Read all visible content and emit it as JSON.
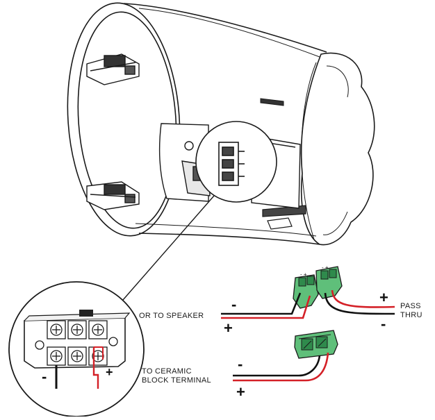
{
  "labels": {
    "or_to_speaker": "OR TO SPEAKER",
    "pass": "PASS",
    "thru": "THRU",
    "to_ceramic": "TO CERAMIC",
    "block_terminal": "BLOCK TERMINAL"
  },
  "polarity": {
    "plus": "+",
    "minus": "-"
  },
  "colors": {
    "line": "#1a1a1a",
    "wire_positive": "#d42027",
    "wire_negative": "#111111",
    "connector": "#5fbf7a",
    "connector_dark": "#2f8a4c"
  }
}
